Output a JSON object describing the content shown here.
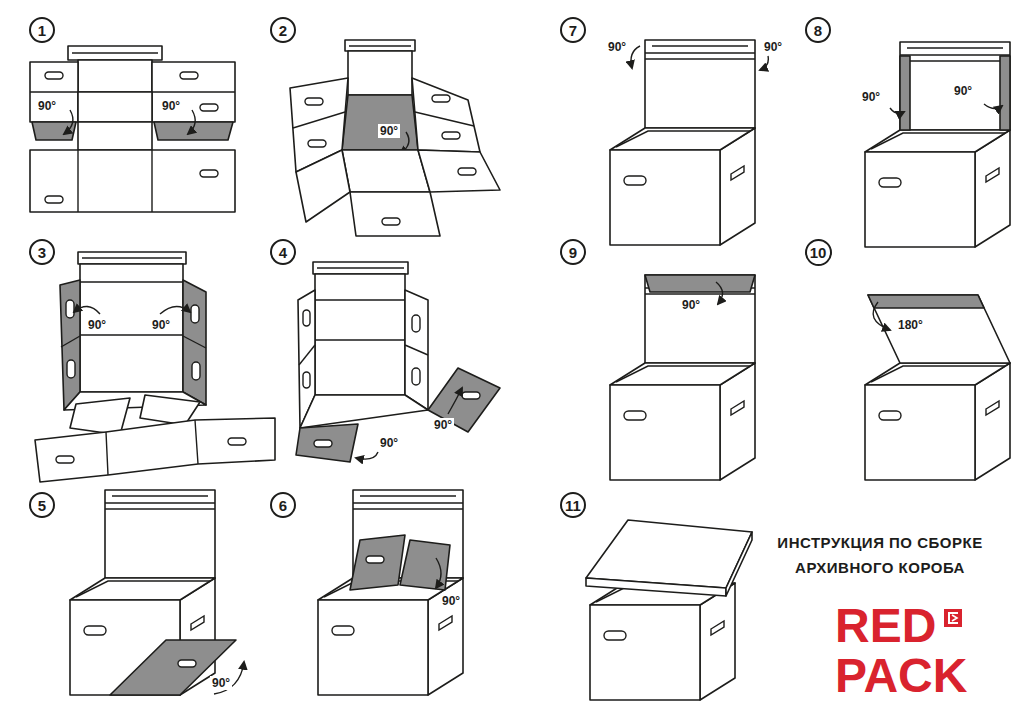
{
  "diagram": {
    "title": "ИНСТРУКЦИЯ ПО СБОРКЕ АРХИВНОГО КОРОБА",
    "nodes": [
      {
        "text": [
          "1"
        ]
      },
      {
        "text": [
          "2"
        ]
      },
      {
        "text": [
          "3"
        ]
      },
      {
        "text": [
          "4"
        ]
      },
      {
        "text": [
          "5"
        ]
      },
      {
        "text": [
          "6"
        ]
      },
      {
        "text": [
          "7"
        ]
      },
      {
        "text": [
          "8"
        ]
      },
      {
        "text": [
          "9"
        ]
      },
      {
        "text": [
          "10"
        ]
      },
      {
        "text": [
          "11"
        ]
      }
    ],
    "labels": [
      "90°",
      "90°",
      "90°",
      "90°",
      "90°",
      "90°",
      "90°",
      "90°",
      "90°",
      "90°",
      "90°",
      "90°",
      "90°",
      "90°",
      "180°",
      "RED",
      "PACK"
    ]
  }
}
